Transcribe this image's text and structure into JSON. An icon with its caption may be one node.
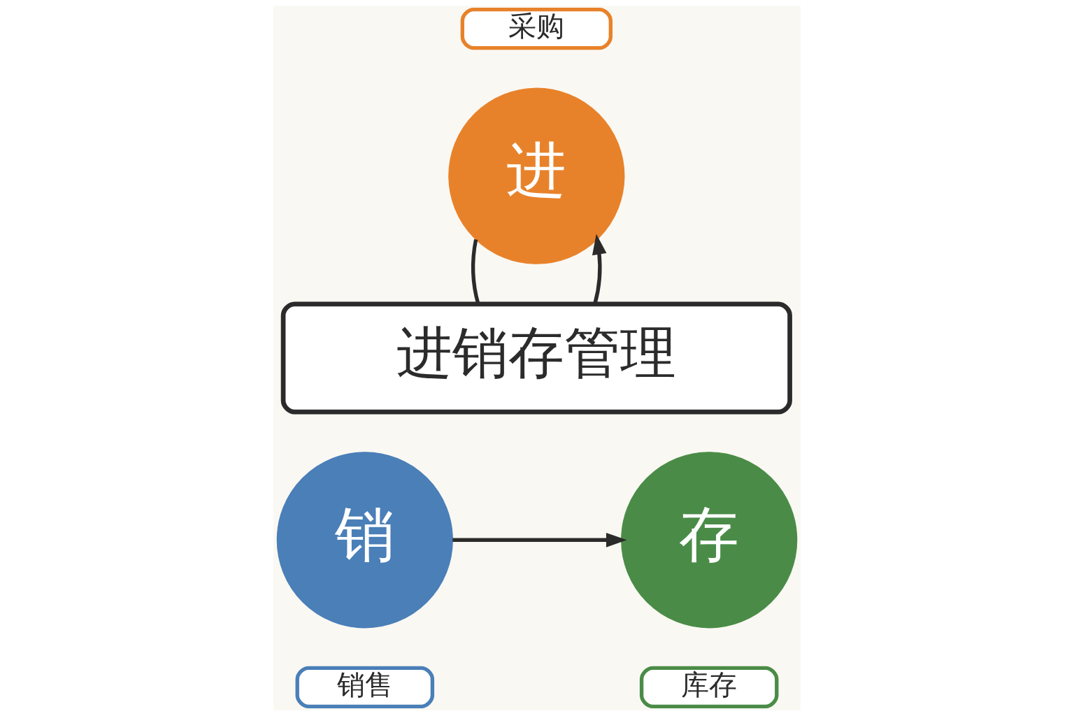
{
  "diagram": {
    "nodes": [
      {
        "text": [
          "采购"
        ]
      },
      {
        "text": [
          "进"
        ]
      },
      {
        "text": [
          "进销存管理"
        ]
      },
      {
        "text": [
          "存"
        ]
      },
      {
        "text": [
          "销"
        ]
      },
      {
        "text": [
          "库存"
        ]
      },
      {
        "text": [
          "销售"
        ]
      }
    ],
    "edges": [
      {
        "from": 2,
        "to": 1,
        "arrow": "to"
      },
      {
        "from": 1,
        "to": 2,
        "arrow": "none"
      },
      {
        "from": 4,
        "to": 3,
        "arrow": "to"
      }
    ]
  }
}
